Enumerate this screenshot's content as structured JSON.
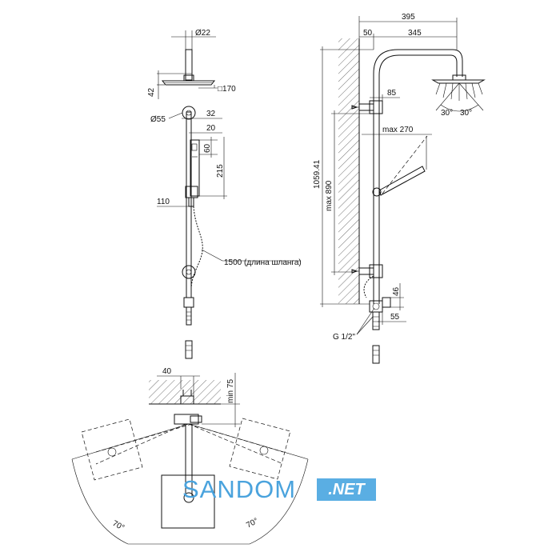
{
  "front_view": {
    "d_pipe": "Ø22",
    "d_head_sq": "□170",
    "head_h": "42",
    "d_ring": "Ø55",
    "dim_32": "32",
    "dim_20": "20",
    "dim_60": "60",
    "dim_215": "215",
    "dim_110": "110",
    "hose": "1500 (длина шланга)"
  },
  "side_view": {
    "dim_395": "395",
    "dim_50": "50",
    "dim_345": "345",
    "dim_85": "85",
    "max_270": "max 270",
    "total_h": "1059.41",
    "max_890": "max 890",
    "dim_46": "46",
    "dim_55": "55",
    "thread": "G 1/2\"",
    "angle_l": "30°",
    "angle_r": "30°"
  },
  "top_view": {
    "dim_40": "40",
    "min_75": "min 75",
    "angle_l": "70°",
    "angle_r": "70°"
  },
  "watermark": {
    "brand": "SANDOM",
    "tld": ".NET"
  }
}
